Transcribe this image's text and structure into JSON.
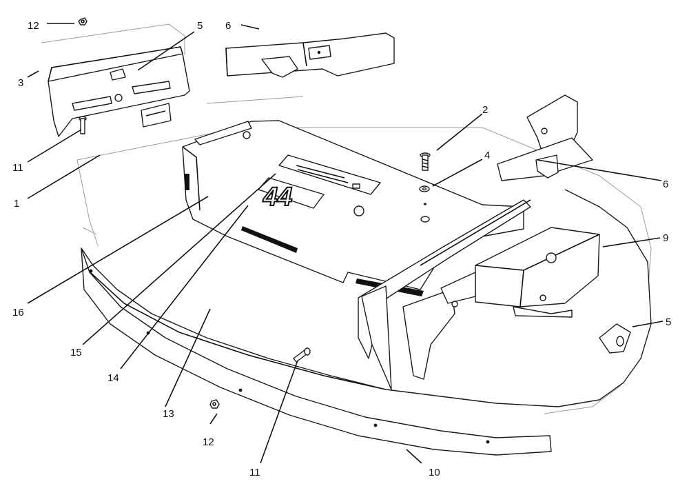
{
  "decal": {
    "text": "44"
  },
  "callouts": [
    {
      "id": "c12-top",
      "text": "12"
    },
    {
      "id": "c5-top",
      "text": "5"
    },
    {
      "id": "c6-top",
      "text": "6"
    },
    {
      "id": "c3",
      "text": "3"
    },
    {
      "id": "c2",
      "text": "2"
    },
    {
      "id": "c4",
      "text": "4"
    },
    {
      "id": "c6-right",
      "text": "6"
    },
    {
      "id": "c11-left",
      "text": "11"
    },
    {
      "id": "c1",
      "text": "1"
    },
    {
      "id": "c9",
      "text": "9"
    },
    {
      "id": "c5-right",
      "text": "5"
    },
    {
      "id": "c16",
      "text": "16"
    },
    {
      "id": "c15",
      "text": "15"
    },
    {
      "id": "c14",
      "text": "14"
    },
    {
      "id": "c13",
      "text": "13"
    },
    {
      "id": "c12-bottom",
      "text": "12"
    },
    {
      "id": "c11-bottom",
      "text": "11"
    },
    {
      "id": "c10",
      "text": "10"
    }
  ]
}
